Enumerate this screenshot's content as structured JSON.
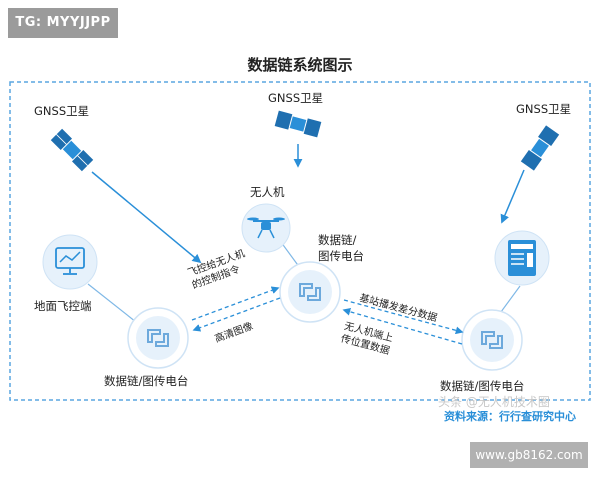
{
  "tag": "TG: MYYJJPP",
  "title": "数据链系统图示",
  "nodes": {
    "gnss_left": "GNSS卫星",
    "gnss_center": "GNSS卫星",
    "gnss_right": "GNSS卫星",
    "drone": "无人机",
    "ground_control": "地面飞控端",
    "datalink_center": "数据链/\n图传电台",
    "datalink_left": "数据链/图传电台",
    "datalink_right": "数据链/图传电台"
  },
  "links": {
    "uplink_command": "飞控给无人机\n的控制指令",
    "downlink_image": "高清图像",
    "base_differential": "基站播发差分数据",
    "drone_position": "无人机端上\n传位置数据"
  },
  "watermark": "头条 @无人机技术圈",
  "source": "资料来源：行行查研究中心",
  "site": "www.gb8162.com",
  "colors": {
    "accent": "#2a8fd8",
    "light": "#e6f1fb",
    "stroke": "#7fb8e6"
  }
}
